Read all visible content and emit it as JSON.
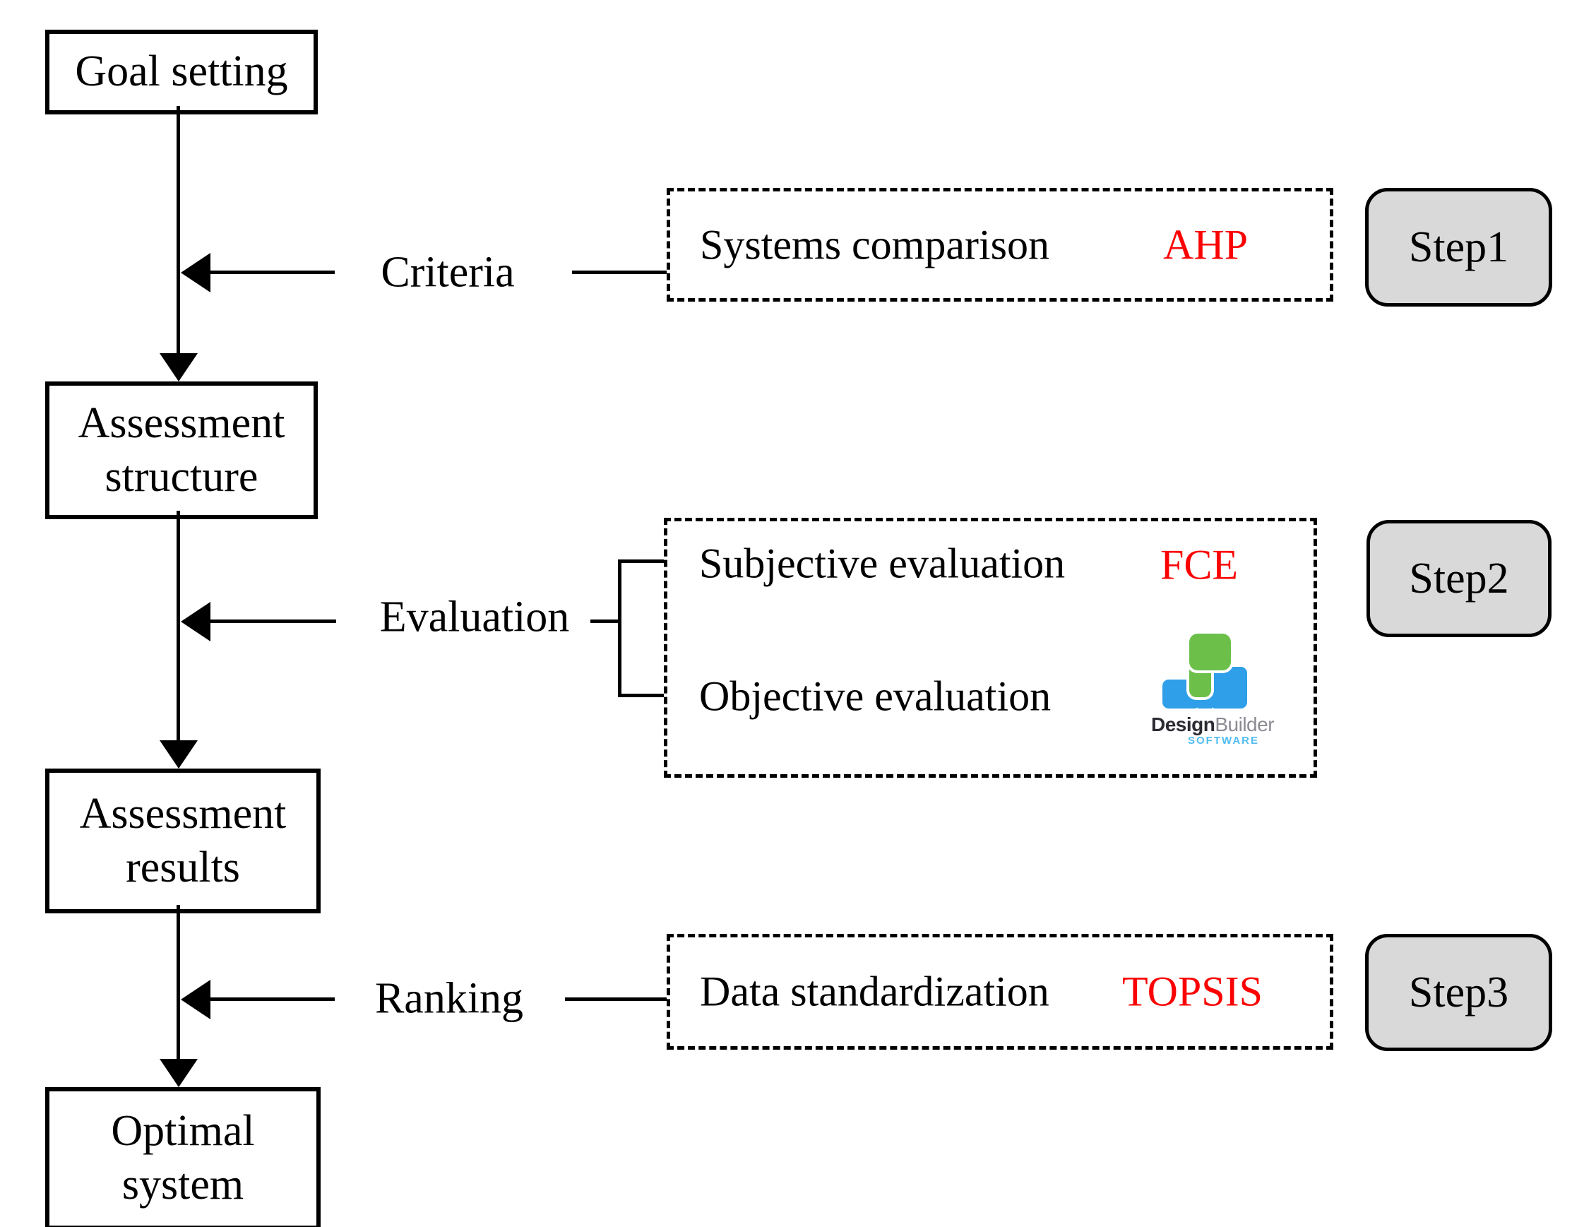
{
  "colors": {
    "method_red": "#fb0202",
    "step_fill": "#d9d9d9",
    "logo_green": "#6cc04a",
    "logo_blue": "#2e9fe8",
    "logo_text_dark": "#2b2b33",
    "logo_text_gray": "#8b8b93",
    "logo_software_blue": "#52bdf0"
  },
  "flow_boxes": [
    {
      "label": "Goal setting"
    },
    {
      "label": "Assessment structure"
    },
    {
      "label": "Assessment results"
    },
    {
      "label": "Optimal system"
    }
  ],
  "side_labels": {
    "criteria": "Criteria",
    "evaluation": "Evaluation",
    "ranking": "Ranking"
  },
  "dashed_boxes": {
    "comparison": {
      "text": "Systems comparison",
      "method": "AHP"
    },
    "evaluation": {
      "row1_text": "Subjective evaluation",
      "row1_method": "FCE",
      "row2_text": "Objective evaluation"
    },
    "standardization": {
      "text": "Data standardization",
      "method": "TOPSIS"
    }
  },
  "steps": [
    {
      "label": "Step1"
    },
    {
      "label": "Step2"
    },
    {
      "label": "Step3"
    }
  ],
  "logo": {
    "name_bold": "Design",
    "name_light": "Builder",
    "subtitle": "SOFTWARE"
  }
}
